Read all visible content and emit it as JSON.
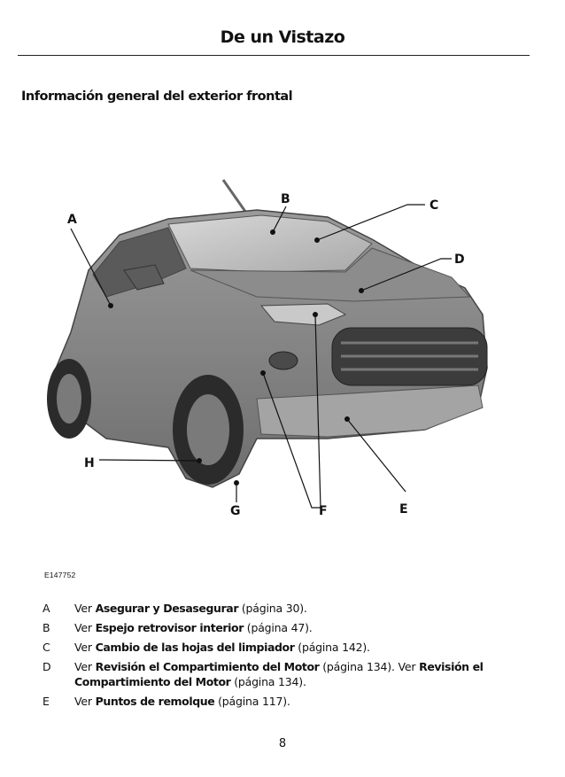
{
  "header": {
    "title": "De un Vistazo"
  },
  "section": {
    "heading": "Información general del exterior frontal"
  },
  "figure": {
    "code": "E147752",
    "callouts": [
      "A",
      "B",
      "C",
      "D",
      "E",
      "F",
      "G",
      "H"
    ]
  },
  "legend": [
    {
      "key": "A",
      "prefix": "Ver ",
      "bold": "Asegurar y Desasegurar",
      "suffix": " (página 30)."
    },
    {
      "key": "B",
      "prefix": "Ver ",
      "bold": "Espejo retrovisor interior",
      "suffix": " (página 47)."
    },
    {
      "key": "C",
      "prefix": "Ver ",
      "bold": "Cambio de las hojas del limpiador",
      "suffix": " (página 142)."
    },
    {
      "key": "D",
      "prefix": "Ver ",
      "bold": "Revisión el Compartimiento del Motor",
      "suffix": " (página 134).  Ver ",
      "bold2": "Revisión el Compartimiento del Motor",
      "suffix2": " (página 134)."
    },
    {
      "key": "E",
      "prefix": "Ver ",
      "bold": "Puntos de remolque",
      "suffix": " (página 117)."
    }
  ],
  "footer": {
    "page_number": "8"
  }
}
